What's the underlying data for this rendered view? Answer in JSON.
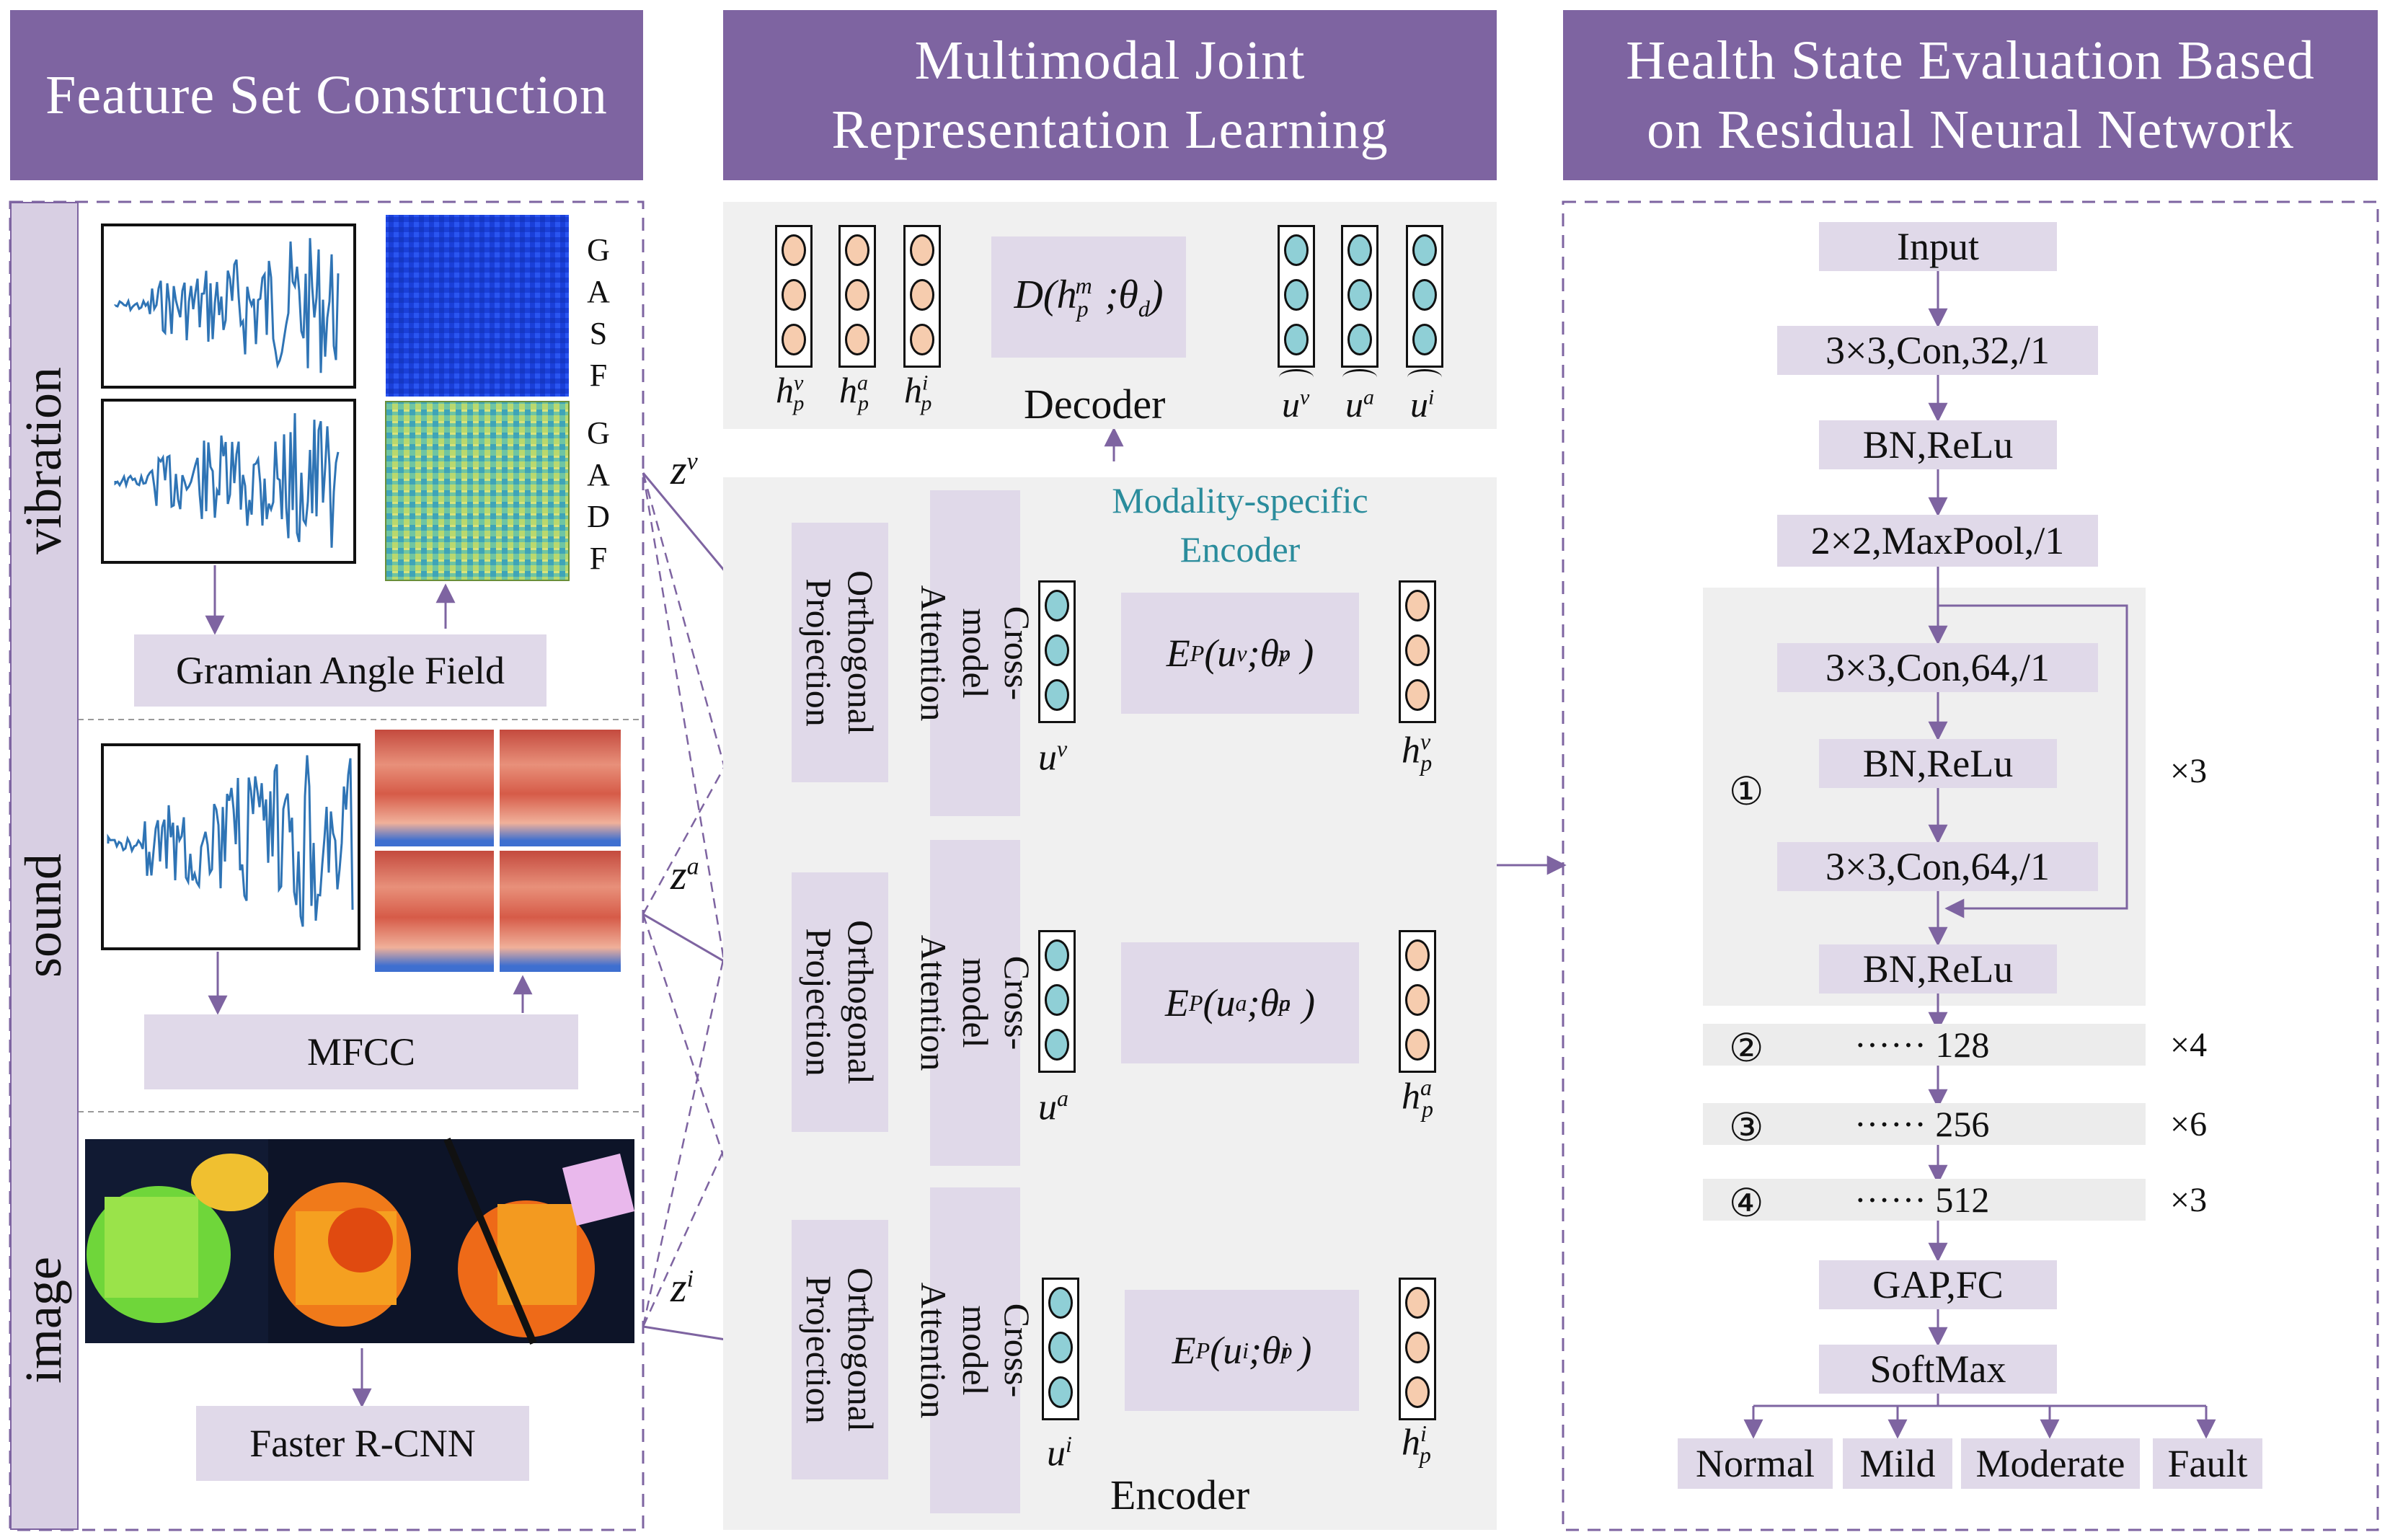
{
  "headers": {
    "feature": "Feature Set Construction",
    "joint": "Multimodal Joint\nRepresentation Learning",
    "health": "Health State Evaluation Based\non Residual Neural Network"
  },
  "modalities": [
    "vibration",
    "sound",
    "image"
  ],
  "feature_panel": {
    "gasf_letters": [
      "G",
      "A",
      "S",
      "F"
    ],
    "gadf_letters": [
      "G",
      "A",
      "D",
      "F"
    ],
    "gramian_label": "Gramian Angle Field",
    "mfcc_label": "MFCC",
    "rcnn_label": "Faster R-CNN"
  },
  "joint_panel": {
    "decoder_label": "Decoder",
    "encoder_label": "Encoder",
    "modality_specific": "Modality-specific\nEncoder",
    "orthogonal": "Orthogonal\nProjection",
    "cross_attention": "Cross-model\nAttention",
    "decoder_formula": "D(hᵖᵐ;θd)",
    "z_labels": [
      "zᵛ",
      "zᵃ",
      "zⁱ"
    ],
    "u_labels": [
      "uᵛ",
      "uᵃ",
      "uⁱ"
    ],
    "h_labels": [
      "hᵛ p",
      "hᵃ p",
      "hⁱ p"
    ],
    "accent_color": "#2a8c9c"
  },
  "resnet": {
    "layers": [
      "Input",
      "3×3,Con,32,/1",
      "BN,ReLu",
      "2×2,MaxPool,/1"
    ],
    "block": [
      "3×3,Con,64,/1",
      "BN,ReLu",
      "3×3,Con,64,/1",
      "BN,ReLu"
    ],
    "stages": [
      {
        "num": "①",
        "text": "",
        "repeat": "×3"
      },
      {
        "num": "②",
        "text": "······ 128",
        "repeat": "×4"
      },
      {
        "num": "③",
        "text": "······ 256",
        "repeat": "×6"
      },
      {
        "num": "④",
        "text": "······ 512",
        "repeat": "×3"
      }
    ],
    "head": [
      "GAP,FC",
      "SoftMax"
    ],
    "outputs": [
      "Normal",
      "Mild",
      "Moderate",
      "Fault"
    ]
  },
  "colors": {
    "header_bg": "#7e64a1",
    "label_bg": "#e0d9e9",
    "panel_gray": "#f0f0f0",
    "arrow": "#7e64a1",
    "node_teal": "#8fcfd6",
    "node_peach": "#f6ccae"
  }
}
